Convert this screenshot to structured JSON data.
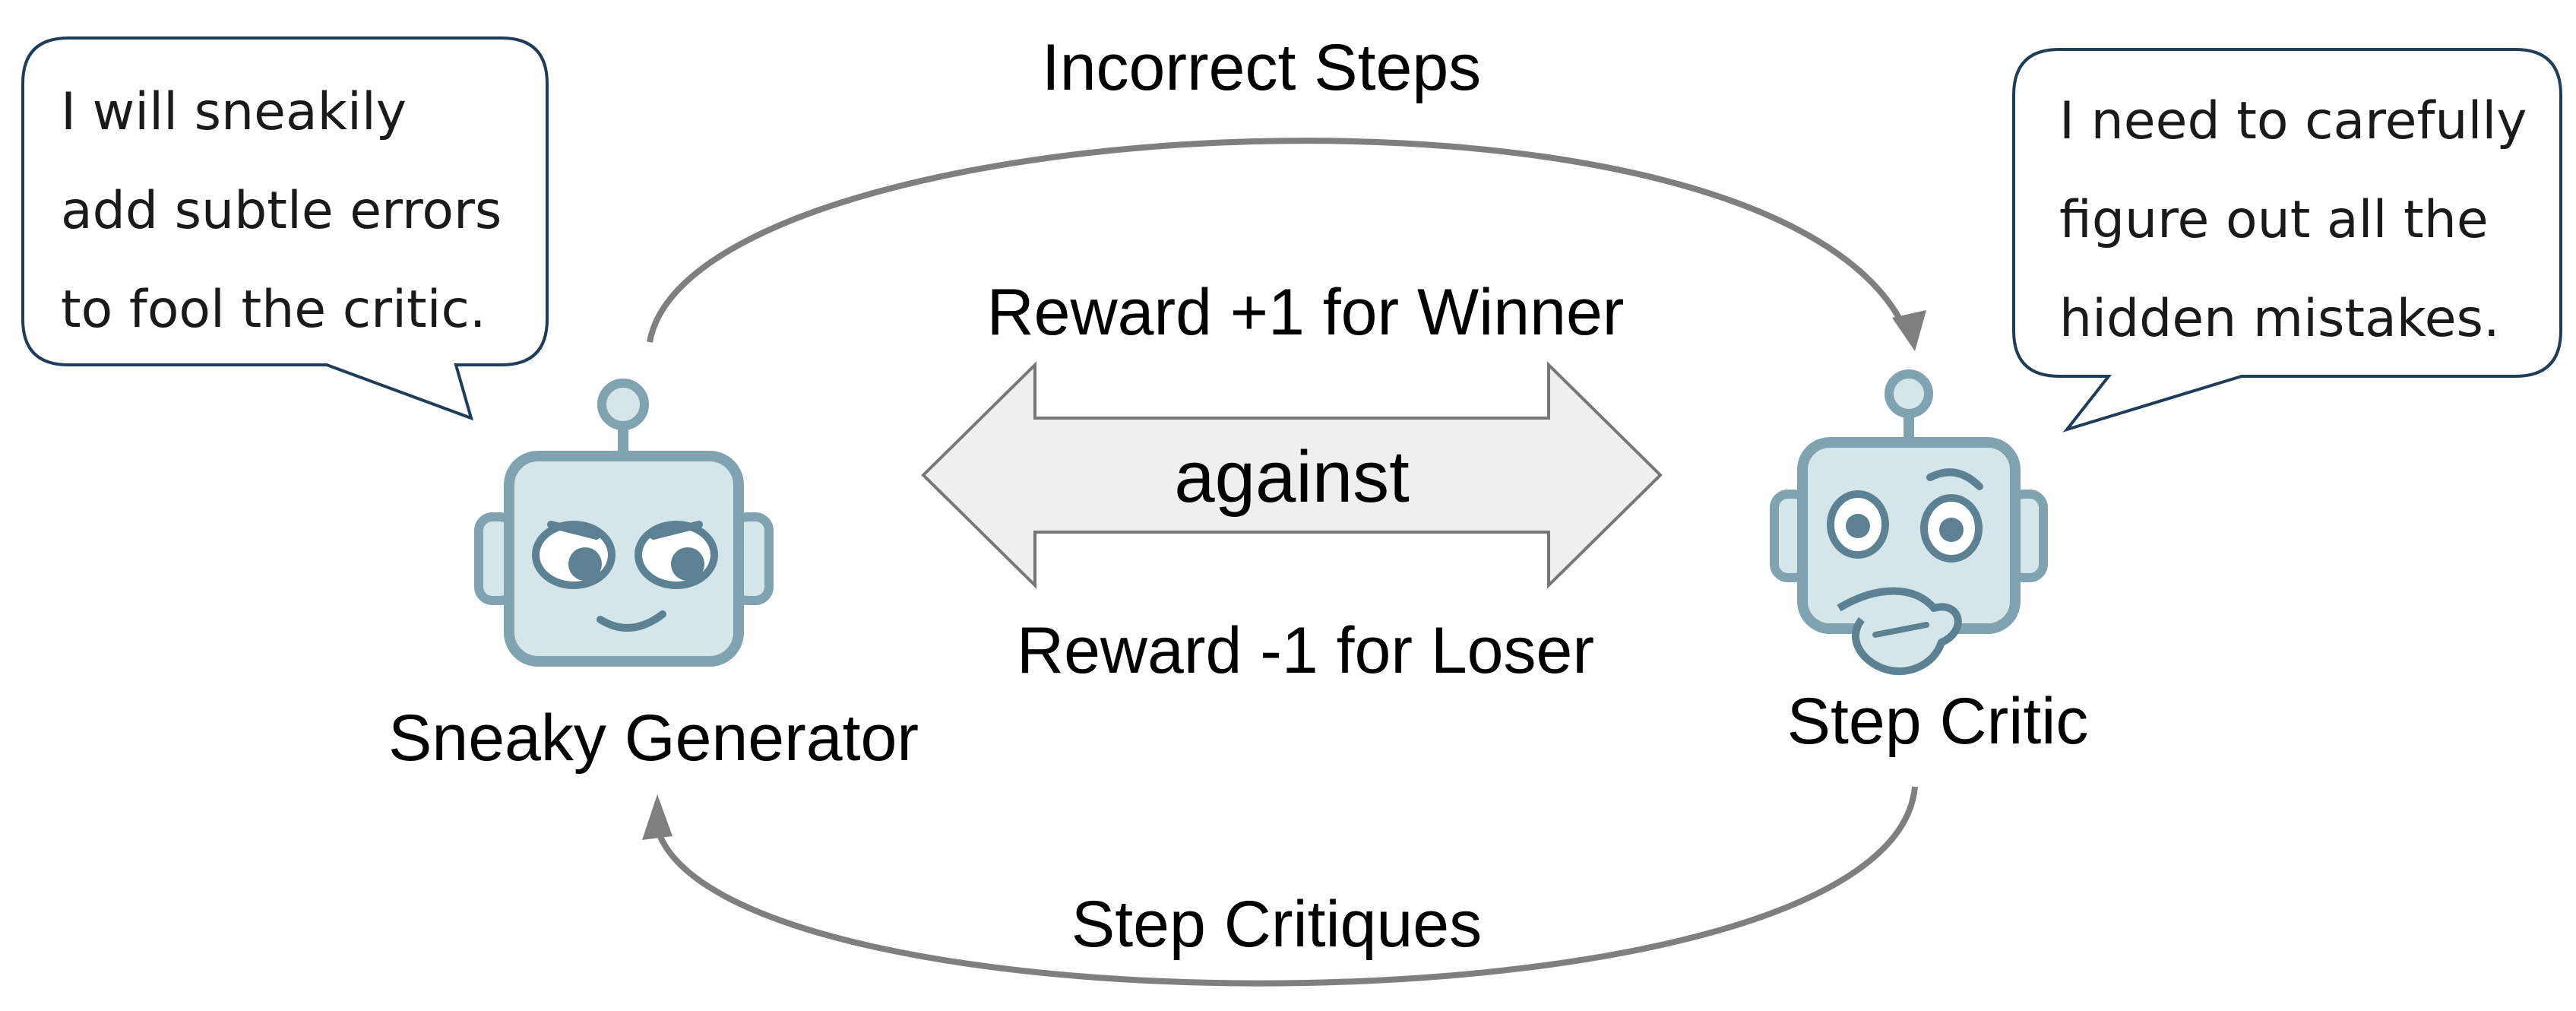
{
  "labels": {
    "top_arrow": "Incorrect Steps",
    "bottom_arrow": "Step Critiques",
    "reward_winner": "Reward +1 for Winner",
    "against": "against",
    "reward_loser": "Reward -1 for Loser",
    "generator_name": "Sneaky Generator",
    "critic_name": "Step Critic"
  },
  "bubbles": {
    "generator": [
      "I will sneakily",
      "add subtle errors",
      "to fool the critic."
    ],
    "critic": [
      "I need to carefully",
      "figure out all the",
      "hidden mistakes."
    ]
  },
  "colors": {
    "robot_fill": "#d4e6ea",
    "robot_stroke": "#7fa3b0",
    "robot_dark": "#5b8193",
    "bubble_stroke": "#1f3d5a",
    "arrow_gray": "#7f7f7f",
    "double_arrow_fill": "#efefef"
  },
  "icons": {
    "generator": "sneaky-robot-icon",
    "critic": "thinking-robot-icon"
  }
}
